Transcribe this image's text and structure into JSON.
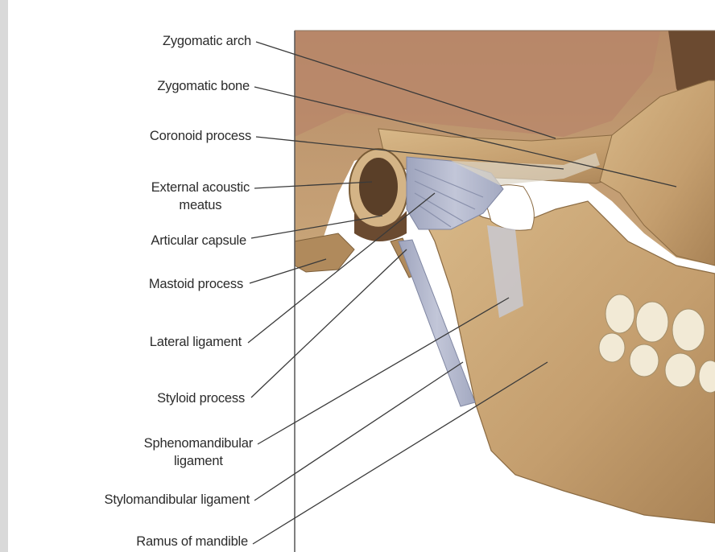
{
  "labels": {
    "zygomatic_arch": "Zygomatic arch",
    "zygomatic_bone": "Zygomatic bone",
    "coronoid_process": "Coronoid process",
    "external_acoustic_meatus_line1": "External acoustic",
    "external_acoustic_meatus_line2": "meatus",
    "articular_capsule": "Articular capsule",
    "mastoid_process": "Mastoid process",
    "lateral_ligament": "Lateral ligament",
    "styloid_process": "Styloid process",
    "sphenomandibular_ligament_line1": "Sphenomandibular",
    "sphenomandibular_ligament_line2": "ligament",
    "stylomandibular_ligament": "Stylomandibular ligament",
    "ramus_of_mandible": "Ramus of mandible"
  },
  "colors": {
    "bone": "#c9a679",
    "bone_dark": "#8a6a42",
    "bone_light": "#e3c9a0",
    "ligament": "#aeb3c8",
    "muscle": "#b88a6a",
    "tooth": "#f2ead6",
    "leader": "#3a3a3a"
  }
}
